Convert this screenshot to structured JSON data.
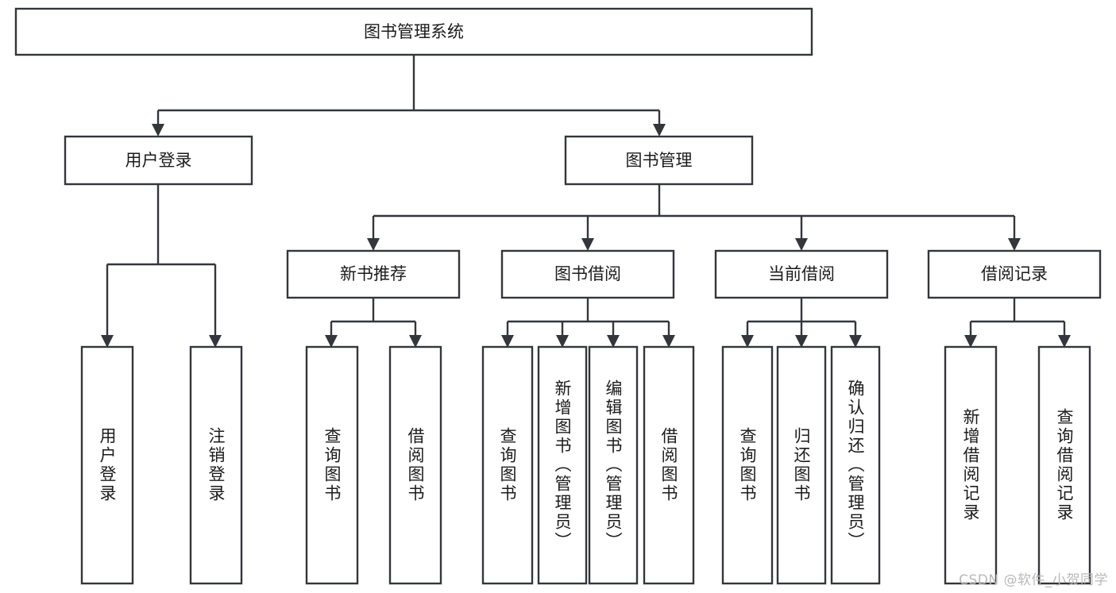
{
  "diagram": {
    "type": "tree-hierarchy-chart",
    "title": "图书管理系统",
    "root": {
      "id": "root",
      "label": "图书管理系统",
      "orientation": "horizontal"
    },
    "level2": [
      {
        "id": "user-login",
        "label": "用户登录",
        "orientation": "horizontal"
      },
      {
        "id": "book-manage",
        "label": "图书管理",
        "orientation": "horizontal"
      }
    ],
    "level3": [
      {
        "id": "new-book-recommend",
        "label": "新书推荐",
        "orientation": "horizontal",
        "parent": "book-manage"
      },
      {
        "id": "book-borrow",
        "label": "图书借阅",
        "orientation": "horizontal",
        "parent": "book-manage"
      },
      {
        "id": "current-borrow",
        "label": "当前借阅",
        "orientation": "horizontal",
        "parent": "book-manage"
      },
      {
        "id": "borrow-record",
        "label": "借阅记录",
        "orientation": "horizontal",
        "parent": "book-manage"
      }
    ],
    "leaves": [
      {
        "id": "leaf-user-login",
        "label": "用户登录",
        "orientation": "vertical",
        "parent": "user-login"
      },
      {
        "id": "leaf-user-logout",
        "label": "注销登录",
        "orientation": "vertical",
        "parent": "user-login"
      },
      {
        "id": "leaf-query-book-1",
        "label": "查询图书",
        "orientation": "vertical",
        "parent": "new-book-recommend"
      },
      {
        "id": "leaf-borrow-book-1",
        "label": "借阅图书",
        "orientation": "vertical",
        "parent": "new-book-recommend"
      },
      {
        "id": "leaf-query-book-2",
        "label": "查询图书",
        "orientation": "vertical",
        "parent": "book-borrow"
      },
      {
        "id": "leaf-add-book",
        "label": "新增图书（管理员）",
        "orientation": "vertical",
        "parent": "book-borrow"
      },
      {
        "id": "leaf-edit-book",
        "label": "编辑图书（管理员）",
        "orientation": "vertical",
        "parent": "book-borrow"
      },
      {
        "id": "leaf-borrow-book-2",
        "label": "借阅图书",
        "orientation": "vertical",
        "parent": "book-borrow"
      },
      {
        "id": "leaf-query-book-3",
        "label": "查询图书",
        "orientation": "vertical",
        "parent": "current-borrow"
      },
      {
        "id": "leaf-return-book",
        "label": "归还图书",
        "orientation": "vertical",
        "parent": "current-borrow"
      },
      {
        "id": "leaf-confirm-return",
        "label": "确认归还（管理员）",
        "orientation": "vertical",
        "parent": "current-borrow"
      },
      {
        "id": "leaf-add-record",
        "label": "新增借阅记录",
        "orientation": "vertical",
        "parent": "borrow-record"
      },
      {
        "id": "leaf-query-record",
        "label": "查询借阅记录",
        "orientation": "vertical",
        "parent": "borrow-record"
      }
    ],
    "colors": {
      "stroke": "#33363b",
      "fill": "#ffffff",
      "text": "#1b1b1b",
      "background": "#ffffff",
      "watermark": "#b9b9b9"
    }
  },
  "watermark": {
    "text": "CSDN @软件_小贺同学"
  }
}
